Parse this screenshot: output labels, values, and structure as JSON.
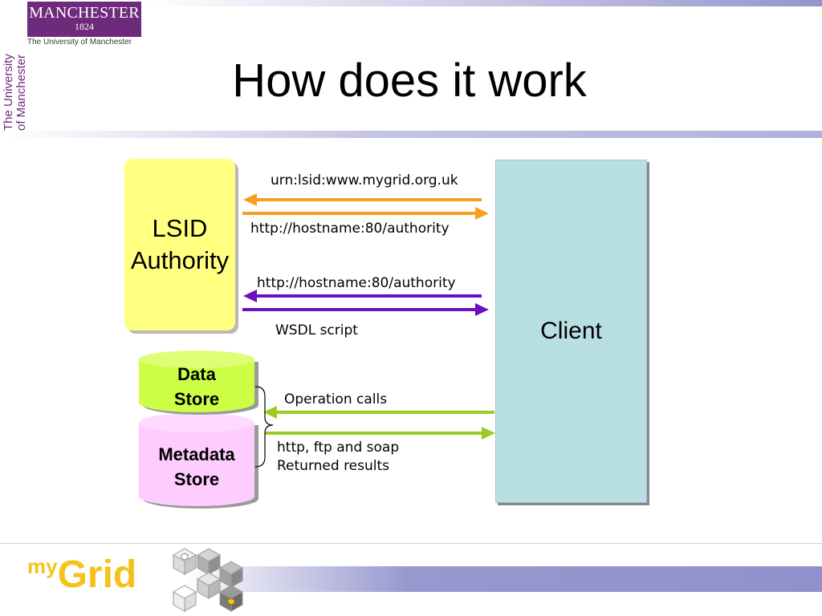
{
  "header": {
    "title": "How does it work",
    "university": {
      "name": "MANCHESTER",
      "year": "1824",
      "subtitle": "The University of Manchester",
      "side_text_line1": "The University",
      "side_text_line2": "of Manchester"
    }
  },
  "diagram": {
    "lsid_authority": {
      "line1": "LSID",
      "line2": "Authority"
    },
    "client": {
      "label": "Client"
    },
    "data_store": {
      "line1": "Data",
      "line2": "Store"
    },
    "metadata_store": {
      "line1": "Metadata",
      "line2": "Store"
    },
    "arrows": {
      "urn_label": "urn:lsid:www.mygrid.org.uk",
      "authority_label_1": "http://hostname:80/authority",
      "authority_label_2": "http://hostname:80/authority",
      "wsdl_label": "WSDL script",
      "operation_label": "Operation calls",
      "protocols_label": "http, ftp and soap",
      "results_label": "Returned results"
    },
    "colors": {
      "orange": "#f5a020",
      "purple": "#6a10c0",
      "green": "#9ccc20",
      "lsid_fill": "#ffff80",
      "client_fill": "#b8e0e4",
      "data_store_fill": "#ccff44",
      "metadata_store_fill": "#ffccff"
    }
  },
  "footer": {
    "logo_my": "my",
    "logo_grid": "Grid"
  }
}
